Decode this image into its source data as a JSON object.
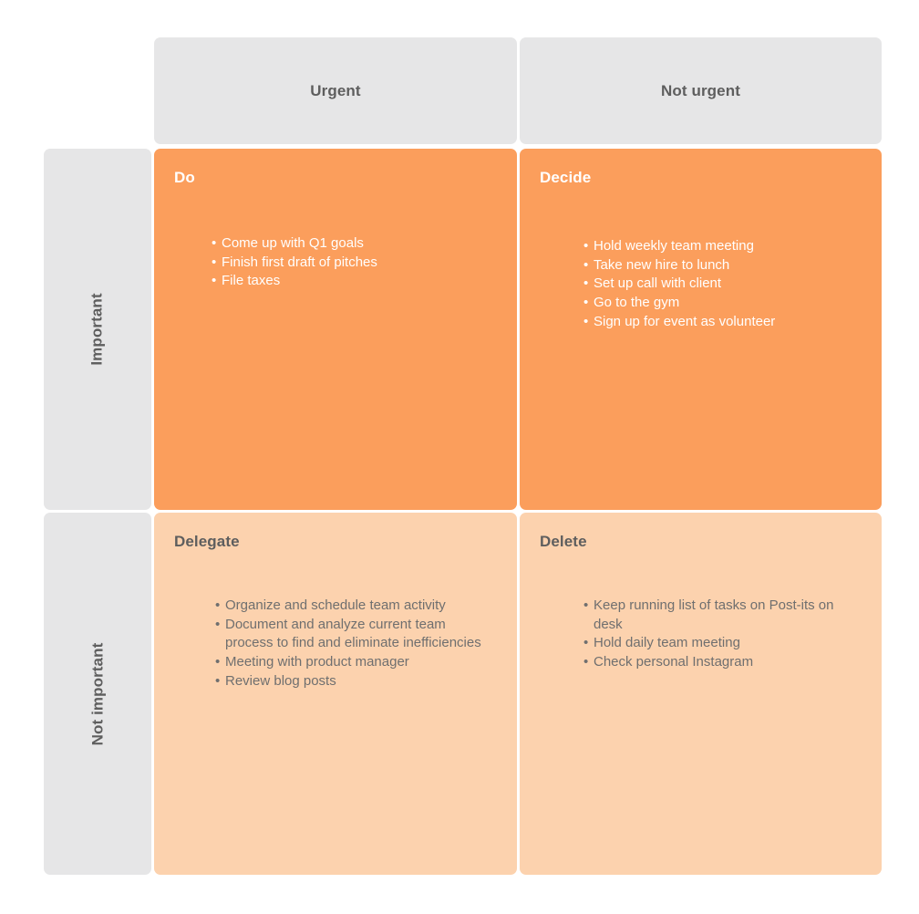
{
  "diagram": {
    "type": "eisenhower-matrix",
    "columns": [
      {
        "id": "urgent",
        "label": "Urgent"
      },
      {
        "id": "not-urgent",
        "label": "Not urgent"
      }
    ],
    "rows": [
      {
        "id": "important",
        "label": "Important"
      },
      {
        "id": "not-important",
        "label": "Not important"
      }
    ],
    "colors": {
      "header_background": "#E6E6E7",
      "header_text": "#5E5E5E",
      "important_row_background": "#FB9E5C",
      "not_important_row_background": "#FCD2AE",
      "important_text": "#FFFFFF",
      "not_important_text": "#6F6F6F",
      "page_background": "#FFFFFF"
    },
    "quadrants": {
      "do": {
        "title": "Do",
        "tasks": [
          "Come up with Q1 goals",
          "Finish first draft of pitches",
          "File taxes"
        ]
      },
      "decide": {
        "title": "Decide",
        "tasks": [
          "Hold weekly team meeting",
          "Take new hire to lunch",
          "Set up call with client",
          "Go to the gym",
          "Sign up for event as volunteer"
        ]
      },
      "delegate": {
        "title": "Delegate",
        "tasks": [
          "Organize and schedule team activity",
          "Document and analyze current team process to find and eliminate inefficiencies",
          "Meeting with product manager",
          "Review blog posts"
        ]
      },
      "delete": {
        "title": "Delete",
        "tasks": [
          "Keep running list of tasks on Post-its on desk",
          "Hold daily team meeting",
          "Check personal Instagram"
        ]
      }
    },
    "bullet_glyph": "•"
  }
}
